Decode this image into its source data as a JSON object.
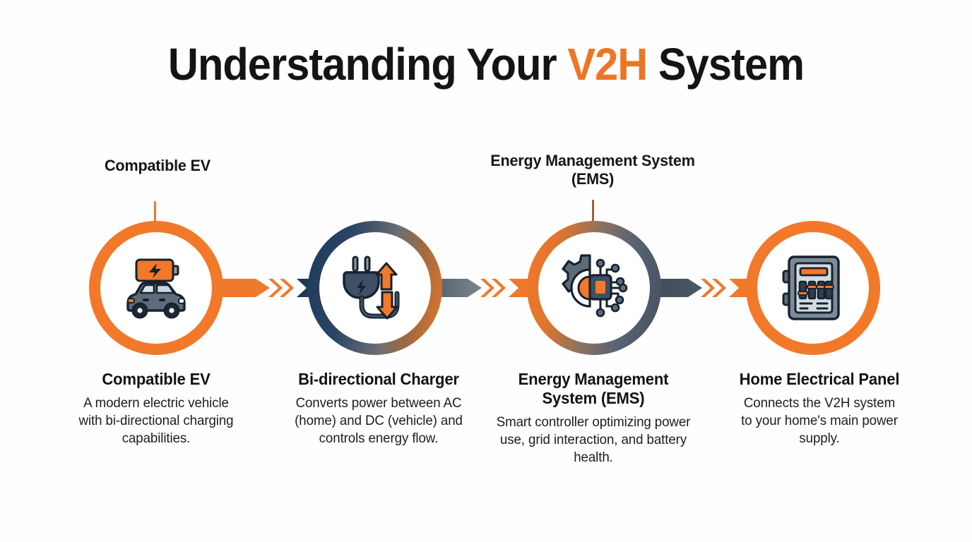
{
  "title": {
    "before": "Understanding Your ",
    "accent": "V2H",
    "after": " System"
  },
  "colors": {
    "accent_orange": "#F2782A",
    "title_orange": "#ED7524",
    "dark_navy": "#1F3A5C",
    "slate_gray": "#45505F",
    "text_dark": "#131313",
    "background": "#FEFEFE"
  },
  "nodes": [
    {
      "top_label": "Compatible EV",
      "icon": "ev-car-battery-icon",
      "ring_style": "solid-orange",
      "title": "Compatible EV",
      "description": "A modern electric vehicle with bi-directional charging capabilities."
    },
    {
      "top_label": "",
      "icon": "bidirectional-plug-icon",
      "ring_style": "gradient-navy-to-orange",
      "title": "Bi-directional Charger",
      "description": "Converts power between AC (home) and DC (vehicle) and controls energy flow."
    },
    {
      "top_label": "Energy Management System (EMS)",
      "icon": "gear-circuit-chip-icon",
      "ring_style": "gradient-orange-to-slate",
      "title": "Energy Management System (EMS)",
      "description": "Smart controller optimizing power use, grid interaction, and battery health."
    },
    {
      "top_label": "",
      "icon": "electrical-panel-icon",
      "ring_style": "solid-orange",
      "title": "Home Electrical Panel",
      "description": "Connects the V2H system to your home's main power supply."
    }
  ],
  "connectors": [
    {
      "left_color": "#F2782A",
      "right_color": "#21395A",
      "direction": "right"
    },
    {
      "left_color": "#5E6B78",
      "right_color": "#F2782A",
      "direction": "right"
    },
    {
      "left_color": "#44505E",
      "right_color": "#F2782A",
      "direction": "right"
    }
  ]
}
